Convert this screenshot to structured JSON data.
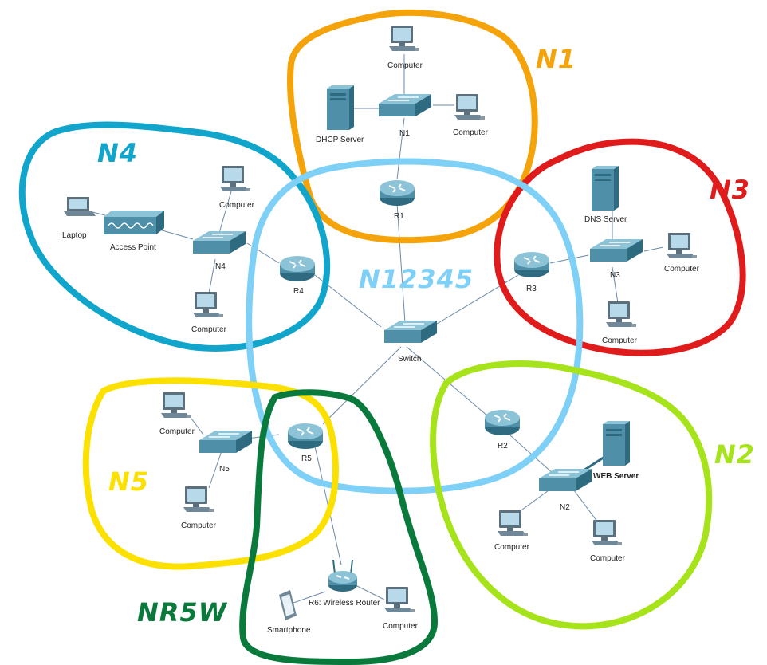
{
  "colors": {
    "N1": "#f5a30a",
    "N2": "#a6e31a",
    "N3": "#e01b1b",
    "N4": "#12a5cc",
    "N5": "#fbe000",
    "N12345": "#7fd0f7",
    "NR5W": "#0a7a3c",
    "link": "#6b8aa8",
    "device_body": "#4f8fa8",
    "device_dark": "#2e6a80",
    "device_light": "#8cc3d6"
  },
  "networks": {
    "N1": "N1",
    "N2": "N2",
    "N3": "N3",
    "N4": "N4",
    "N5": "N5",
    "N12345": "N12345",
    "NR5W": "NR5W"
  },
  "devices": {
    "n1_computer_top": "Computer",
    "n1_dhcp": "DHCP Server",
    "n1_switch": "N1",
    "n1_computer_right": "Computer",
    "r1": "R1",
    "n4_computer_top": "Computer",
    "n4_laptop": "Laptop",
    "n4_ap": "Access Point",
    "n4_switch": "N4",
    "n4_computer_bottom": "Computer",
    "r4": "R4",
    "n3_dns": "DNS Server",
    "n3_switch": "N3",
    "n3_computer_right": "Computer",
    "n3_computer_bottom": "Computer",
    "r3": "R3",
    "core_switch": "Switch",
    "r2": "R2",
    "n2_web": "WEB Server",
    "n2_switch": "N2",
    "n2_computer_left": "Computer",
    "n2_computer_right": "Computer",
    "n5_computer_top": "Computer",
    "n5_switch": "N5",
    "n5_computer_bottom": "Computer",
    "r5": "R5",
    "r6": "R6: Wireless Router",
    "smartphone": "Smartphone",
    "nr5w_computer": "Computer"
  }
}
